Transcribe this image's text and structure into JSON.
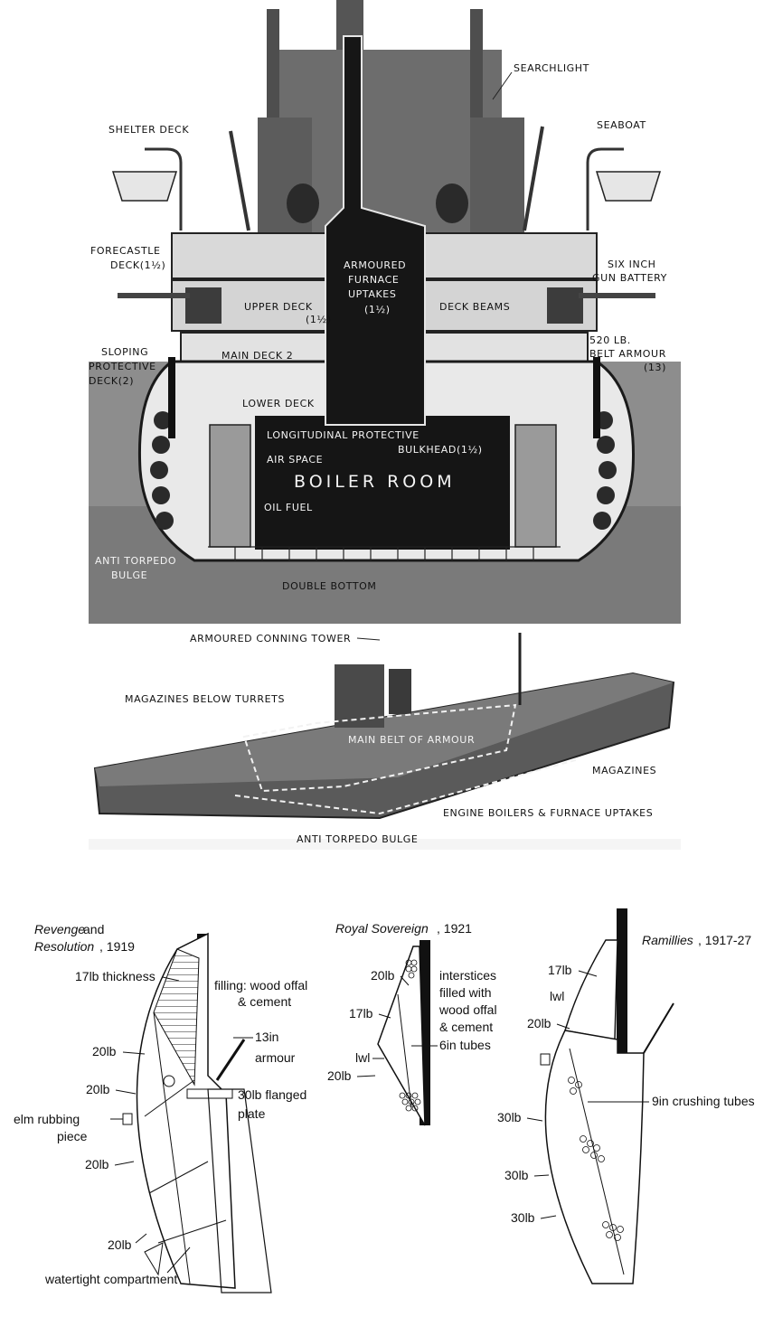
{
  "illustration": {
    "labels": {
      "searchlight": "SEARCHLIGHT",
      "shelter_deck": "SHELTER DECK",
      "seaboat": "SEABOAT",
      "forecastle_1": "FORECASTLE",
      "forecastle_2": "DECK(1½)",
      "uptakes_1": "ARMOURED",
      "uptakes_2": "FURNACE",
      "uptakes_3": "UPTAKES",
      "uptakes_4": "(1½)",
      "six_inch_1": "SIX INCH",
      "six_inch_2": "GUN BATTERY",
      "upper_deck": "UPPER DECK",
      "upper_deck_thk": "(1½)",
      "deck_beams": "DECK BEAMS",
      "sloping_1": "SLOPING",
      "sloping_2": "PROTECTIVE",
      "sloping_3": "DECK(2)",
      "main_deck": "MAIN DECK 2",
      "belt_1": "520 LB.",
      "belt_2": "BELT ARMOUR",
      "belt_3": "(13)",
      "lower_deck": "LOWER DECK",
      "longitudinal": "LONGITUDINAL PROTECTIVE",
      "bulkhead": "BULKHEAD(1½)",
      "air_space": "AIR SPACE",
      "boiler_room": "BOILER ROOM",
      "oil_fuel": "OIL FUEL",
      "anti_bulge_1": "ANTI TORPEDO",
      "anti_bulge_2": "BULGE",
      "double_bottom": "DOUBLE BOTTOM",
      "conning_tower": "ARMOURED CONNING TOWER",
      "magazines_below": "MAGAZINES BELOW TURRETS",
      "main_belt": "MAIN BELT OF ARMOUR",
      "magazines": "MAGAZINES",
      "engine_boilers": "ENGINE BOILERS & FURNACE UPTAKES",
      "anti_bulge_side": "ANTI TORPEDO BULGE"
    }
  },
  "sections": {
    "revenge": {
      "title_a": "Revenge",
      "title_b": " and",
      "title_c": "Resolution",
      "title_d": ", 1919",
      "l_17lb": "17lb thickness",
      "filling_1": "filling: wood offal",
      "filling_2": "& cement",
      "armour_1": "13in",
      "armour_2": "armour",
      "l_20lb_a": "20lb",
      "l_20lb_b": "20lb",
      "flanged_1": "30lb flanged",
      "flanged_2": "plate",
      "elm_1": "elm rubbing",
      "elm_2": "piece",
      "l_20lb_c": "20lb",
      "l_20lb_d": "20lb",
      "watertight": "watertight compartment"
    },
    "royal_sovereign": {
      "title_a": "Royal Sovereign",
      "title_b": ", 1921",
      "l_20lb": "20lb",
      "l_17lb": "17lb",
      "lwl": "lwl",
      "l_20lb_b": "20lb",
      "interstices_1": "interstices",
      "interstices_2": "filled with",
      "interstices_3": "wood offal",
      "interstices_4": "& cement",
      "tubes": "6in tubes"
    },
    "ramillies": {
      "title_a": "Ramillies",
      "title_b": ", 1917-27",
      "l_17lb": "17lb",
      "lwl": "lwl",
      "l_20lb": "20lb",
      "crushing": "9in crushing tubes",
      "l_30lb_a": "30lb",
      "l_30lb_b": "30lb",
      "l_30lb_c": "30lb"
    }
  }
}
